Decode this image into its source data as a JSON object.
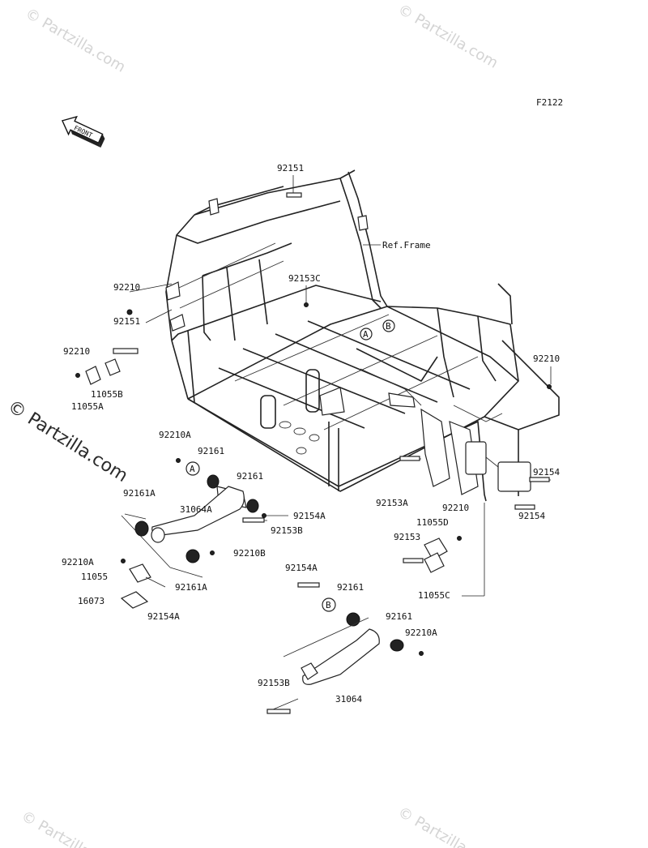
{
  "figure_code": "F2122",
  "front_marker": "FRONT",
  "ref_frame": "Ref.Frame",
  "circle_markers": [
    "A",
    "B"
  ],
  "watermarks": {
    "side": "© Partzilla.com",
    "tile": "© Partzilla.com"
  },
  "part_labels": [
    "92151",
    "92153C",
    "92210",
    "92151",
    "92210",
    "11055B",
    "11055A",
    "92210",
    "92210A",
    "92161",
    "92161",
    "92161A",
    "31064A",
    "92154A",
    "92153B",
    "92210B",
    "92210A",
    "11055",
    "92161A",
    "16073",
    "92154A",
    "92153A",
    "92154",
    "92154",
    "92210",
    "11055D",
    "92153",
    "11055C",
    "92154A",
    "92161",
    "92161",
    "92210A",
    "92153B",
    "31064"
  ]
}
